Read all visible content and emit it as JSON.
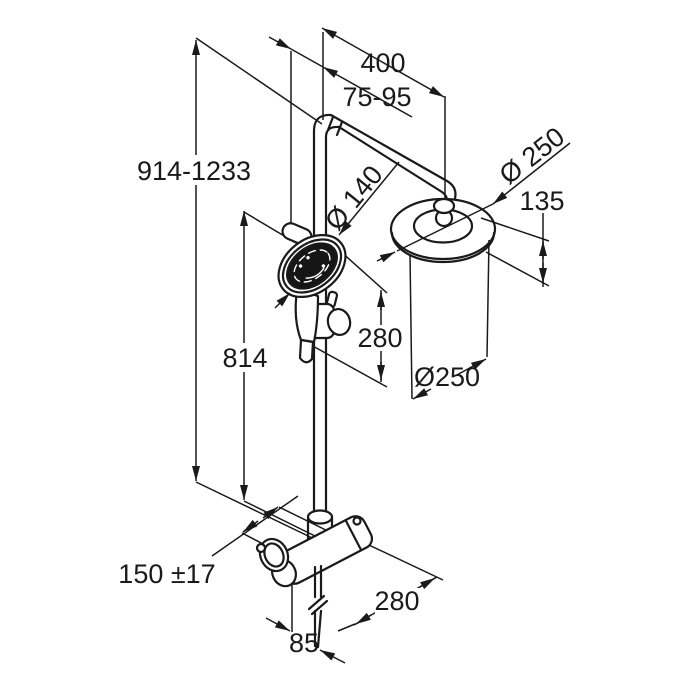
{
  "title": "Shower system technical dimension drawing",
  "colors": {
    "background": "#ffffff",
    "ink": "#1a1a1a"
  },
  "dimensions": {
    "height_range": "914-1233",
    "rail_length": "814",
    "arm_reach": "400",
    "wall_offset": "75-95",
    "hand_shower_diameter": "Ø 140",
    "head_diameter": "Ø 250",
    "head_height": "135",
    "head_diameter_bottom": "Ø250",
    "hand_shower_length": "280",
    "supply_centers": "150 ±17",
    "hose_length": "280",
    "hose_offset": "85"
  },
  "parts": {
    "overhead_shower": "overhead rain shower head",
    "hand_shower": "hand shower on slide rail",
    "valve": "thermostatic mixer valve",
    "hose": "shower hose"
  }
}
